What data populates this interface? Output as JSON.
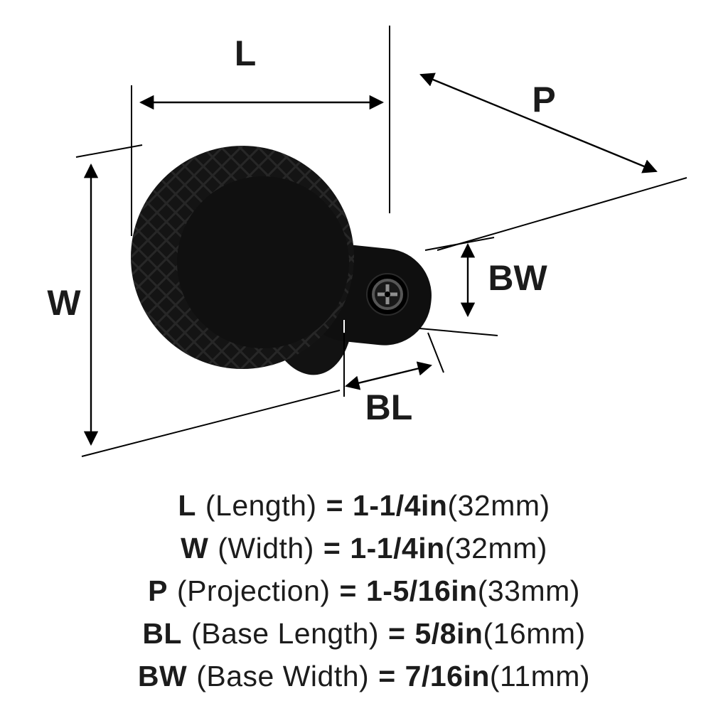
{
  "diagram": {
    "labels": {
      "length": "L",
      "projection": "P",
      "width": "W",
      "base_width": "BW",
      "base_length": "BL"
    },
    "colors": {
      "line": "#000000",
      "knob_body": "#141414",
      "knob_face": "#101010",
      "knurl": "#3a3a3a",
      "screw_ring": "#565656",
      "screw_cross": "#8f8f8f",
      "text": "#1b1b1b"
    }
  },
  "specs": [
    {
      "label": "L",
      "name": "(Length)",
      "eq": "=",
      "value": "1-1/4in",
      "metric": "(32mm)"
    },
    {
      "label": "W",
      "name": "(Width)",
      "eq": "=",
      "value": "1-1/4in",
      "metric": "(32mm)"
    },
    {
      "label": "P",
      "name": "(Projection)",
      "eq": "=",
      "value": "1-5/16in",
      "metric": "(33mm)"
    },
    {
      "label": "BL",
      "name": "(Base Length)",
      "eq": "=",
      "value": "5/8in",
      "metric": "(16mm)"
    },
    {
      "label": "BW",
      "name": "(Base Width)",
      "eq": "=",
      "value": "7/16in",
      "metric": "(11mm)"
    }
  ]
}
